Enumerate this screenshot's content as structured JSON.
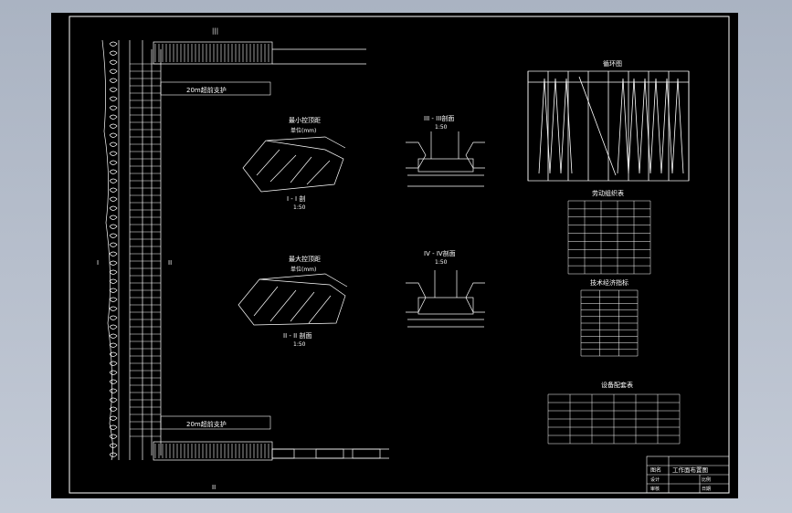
{
  "drawing": {
    "section_labels": {
      "top_marker": "|||",
      "bottom_marker": "II",
      "side_marker_left": "I",
      "side_marker_right": "II"
    },
    "support_top": "20m超前支护",
    "support_bottom": "20m超前支护",
    "detail1": {
      "title": "最小控顶距",
      "unit": "单位(mm)",
      "section": "I - I 剖",
      "scale": "1:50"
    },
    "detail2": {
      "title": "最大控顶距",
      "unit": "单位(mm)",
      "section": "II - II 剖面",
      "scale": "1:50"
    },
    "section3": {
      "title": "III - III剖面",
      "scale": "1:50"
    },
    "section4": {
      "title": "IV - IV剖面",
      "scale": "1:50"
    },
    "cycle_chart_title": "循环图",
    "table1_title": "劳动组织表",
    "table2_title": "技术经济指标",
    "table3_title": "设备配套表",
    "title_block": {
      "drawing_name": "工作面布置图",
      "label_a": "图名",
      "label_b": "设计",
      "label_c": "审核",
      "label_d": "比例",
      "label_e": "日期"
    }
  },
  "colors": {
    "line": "#ffffff",
    "accent": "#ffff66",
    "paper": "#000000"
  }
}
